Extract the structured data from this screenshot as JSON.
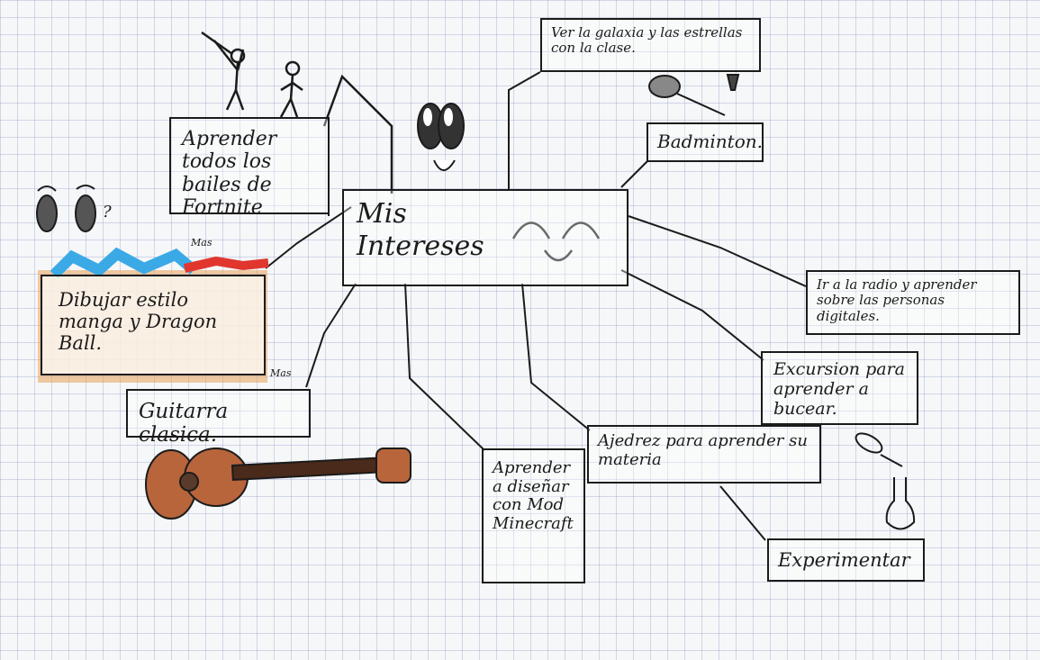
{
  "center_title": "Mis Intereses",
  "nodes": {
    "fortnite": "Aprender todos los bailes de Fortnite",
    "dibujar": "Dibujar estilo manga y Dragon Ball.",
    "guitarra": "Guitarra clasica.",
    "minecraft": "Aprender a diseñar con Mod Minecraft",
    "ajedrez": "Ajedrez para aprender su materia",
    "experimentar": "Experimentar",
    "excursion": "Excursion para aprender a bucear.",
    "badminton": "Badminton.",
    "estrellas": "Ver la galaxia y las estrellas con la clase.",
    "digital": "Ir a la radio y aprender sobre las personas digitales."
  },
  "notes": {
    "mas_top": "Mas",
    "mas_guitar": "Mas",
    "question": "?"
  },
  "colors": {
    "ink": "#1b1b1b",
    "grid": "#6e82be",
    "manga_blue": "#3aa9e6",
    "manga_red": "#e0362e",
    "manga_orange": "#e8a35a",
    "guitar_body": "#b8653c",
    "guitar_neck": "#4a2a1a"
  }
}
